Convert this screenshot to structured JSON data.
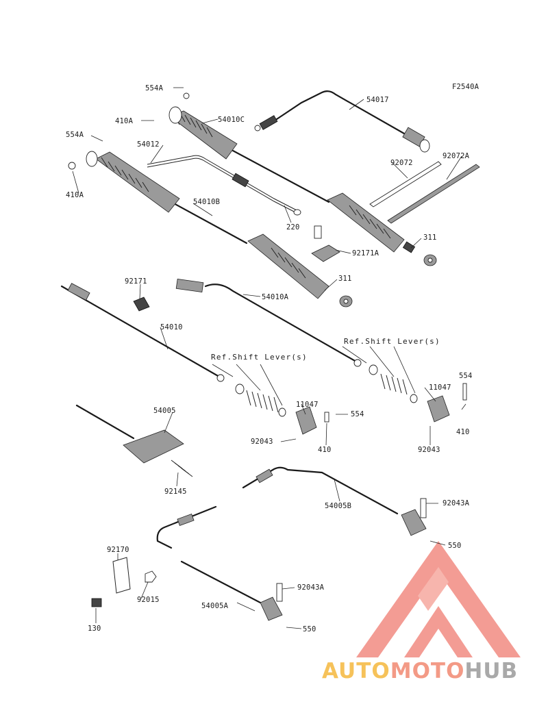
{
  "diagram_code": "F2540A",
  "labels": {
    "l_554A_top": "554A",
    "l_410A_top": "410A",
    "l_554A_left": "554A",
    "l_54012": "54012",
    "l_410A_left": "410A",
    "l_54010C": "54010C",
    "l_54017": "54017",
    "l_92072": "92072",
    "l_92072A": "92072A",
    "l_220": "220",
    "l_54010B": "54010B",
    "l_92171A": "92171A",
    "l_311_right": "311",
    "l_311_mid": "311",
    "l_92171": "92171",
    "l_54010A": "54010A",
    "l_54010": "54010",
    "l_ref_left": "Ref.Shift Lever(s)",
    "l_ref_right": "Ref.Shift Lever(s)",
    "l_11047_left": "11047",
    "l_11047_right": "11047",
    "l_554_mid": "554",
    "l_554_right": "554",
    "l_92043_left": "92043",
    "l_410_left": "410",
    "l_410_right": "410",
    "l_92043_right": "92043",
    "l_54005": "54005",
    "l_92145": "92145",
    "l_54005B": "54005B",
    "l_92043A_top": "92043A",
    "l_550_top": "550",
    "l_92170": "92170",
    "l_92015": "92015",
    "l_130": "130",
    "l_92043A_bot": "92043A",
    "l_54005A": "54005A",
    "l_550_bot": "550"
  },
  "watermark": {
    "part1": "AUTO",
    "part2": "MOTO",
    "part3": "HUB",
    "color_auto": "#f6c25a",
    "color_moto": "#f39a86",
    "color_hub": "#a9a9a9",
    "logo_color": "#f28b82"
  }
}
